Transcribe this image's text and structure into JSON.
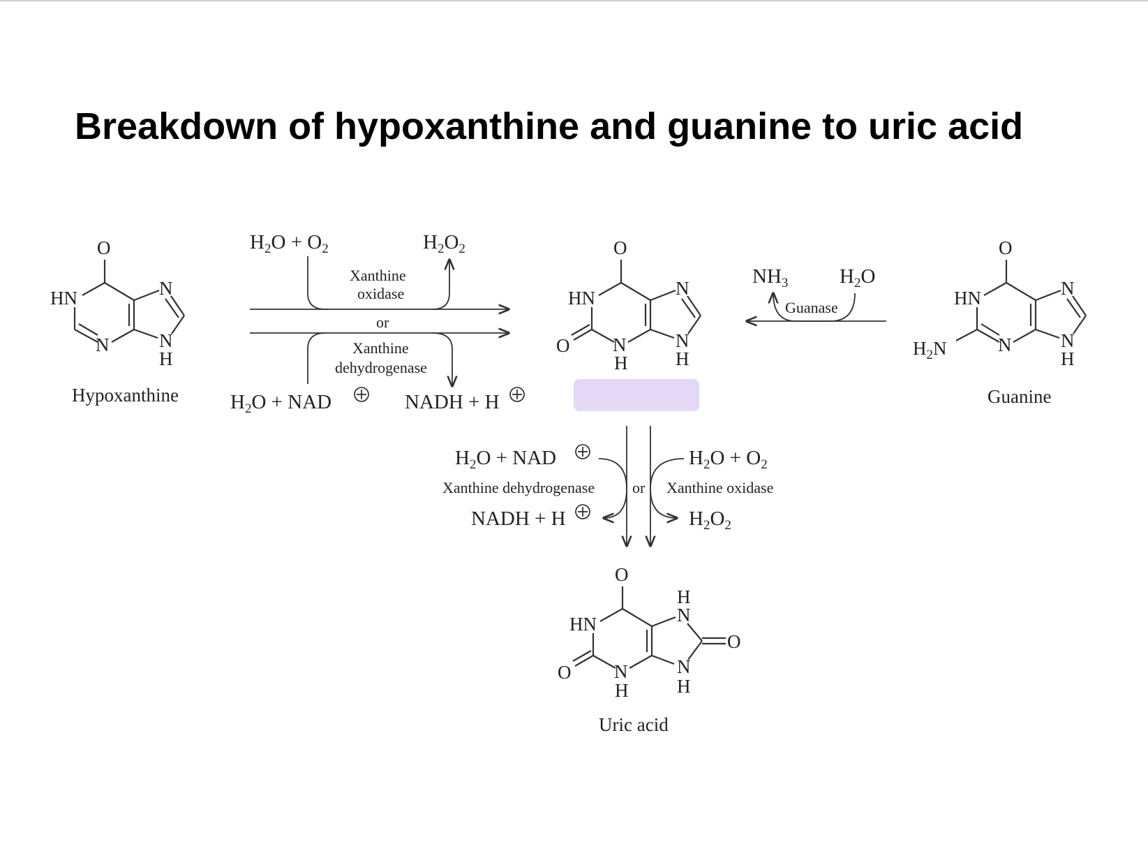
{
  "title": "Breakdown of hypoxanthine and guanine to uric acid",
  "accent_colors": {
    "hidden_label_box": "#e5d8f7"
  },
  "compounds": {
    "hypoxanthine": {
      "name": "Hypoxanthine"
    },
    "guanine": {
      "name": "Guanine"
    },
    "uric_acid": {
      "name": "Uric acid"
    },
    "xanthine": {
      "name": ""
    }
  },
  "atoms": {
    "O": "O",
    "N": "N",
    "HN": "HN",
    "H": "H",
    "H2": "H",
    "sub2": "2",
    "sub3": "3"
  },
  "reaction_hypoxanthine": {
    "oxidase_in": {
      "text": "H",
      "sub": "2",
      "rest": "O + O",
      "sub2": "2"
    },
    "oxidase_out": {
      "text": "H",
      "sub": "2",
      "rest": "O",
      "sub2": "2"
    },
    "oxidase_enzyme_line1": "Xanthine",
    "oxidase_enzyme_line2": "oxidase",
    "or": "or",
    "dehydrogenase_enzyme_line1": "Xanthine",
    "dehydrogenase_enzyme_line2": "dehydrogenase",
    "dehydrogenase_in": "O + NAD",
    "dehydrogenase_out": "NADH + H"
  },
  "reaction_guanine": {
    "ammonia": "NH",
    "water": "O",
    "enzyme": "Guanase"
  },
  "reaction_xanthine": {
    "dehydrogenase_in": "O + NAD",
    "dehydrogenase_enzyme": "Xanthine dehydrogenase",
    "dehydrogenase_out": "NADH + H",
    "or": "or",
    "oxidase_in": "O + O",
    "oxidase_enzyme": "Xanthine oxidase",
    "oxidase_out": "O"
  }
}
